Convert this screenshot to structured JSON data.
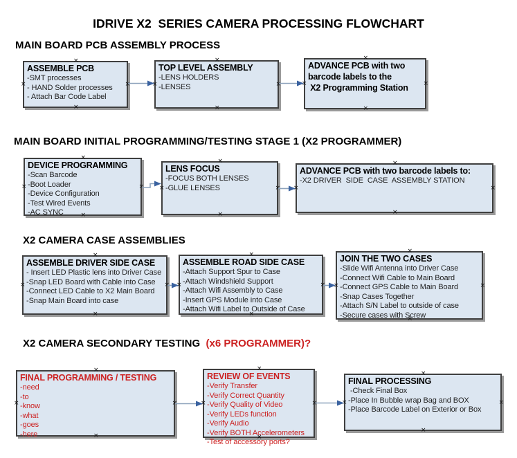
{
  "title": "IDRIVE X2  SERIES CAMERA PROCESSING FLOWCHART",
  "icons": {
    "connection_handle": "×"
  },
  "colors": {
    "background": "#ffffff",
    "box_fill": "#dce6f1",
    "box_border": "#3f3f3f",
    "box_shadow": "#9a9a9a",
    "red_text": "#cc2222",
    "arrow_line": "#8da3bc",
    "arrow_head": "#3a62a0",
    "heading_text": "#000000",
    "body_text": "#1f1f1f"
  },
  "sections": [
    {
      "header": "MAIN BOARD PCB ASSEMBLY PROCESS",
      "boxes": [
        {
          "title": "ASSEMBLE PCB",
          "lines": [
            "-SMT processes",
            "- HAND Solder processes",
            "- Attach Bar Code Label"
          ]
        },
        {
          "title": "TOP LEVEL ASSEMBLY",
          "lines": [
            "-LENS HOLDERS",
            "-LENSES"
          ]
        },
        {
          "title": "ADVANCE PCB with two\nbarcode labels to the\n X2 Programming Station",
          "lines": []
        }
      ]
    },
    {
      "header": "MAIN BOARD INITIAL PROGRAMMING/TESTING STAGE 1 (X2 PROGRAMMER)",
      "boxes": [
        {
          "title": "DEVICE PROGRAMMING",
          "lines": [
            "-Scan Barcode",
            "-Boot Loader",
            "-Device Configuration",
            "-Test Wired Events",
            "-AC SYNC"
          ]
        },
        {
          "title": "LENS FOCUS",
          "lines": [
            "-FOCUS BOTH LENSES",
            "-GLUE LENSES"
          ]
        },
        {
          "title": "ADVANCE PCB with two barcode labels to:",
          "lines": [
            "-X2 DRIVER  SIDE  CASE  ASSEMBLY STATION"
          ]
        }
      ]
    },
    {
      "header": "X2 CAMERA CASE ASSEMBLIES",
      "boxes": [
        {
          "title": "ASSEMBLE DRIVER SIDE CASE",
          "lines": [
            "- Insert LED Plastic lens into Driver Case",
            "-Snap LED Board with Cable into Case",
            "-Connect LED Cable to X2 Main Board",
            "-Snap Main Board into case"
          ]
        },
        {
          "title": "ASSEMBLE ROAD SIDE CASE",
          "lines": [
            "-Attach Support Spur to Case",
            "-Attach Windshield Support",
            "-Attach Wifi Assembly to Case",
            "-Insert GPS Module into Case",
            "-Attach Wifi Label to Outside of Case"
          ]
        },
        {
          "title": "JOIN THE TWO CASES",
          "lines": [
            "-Slide Wifi Antenna into Driver Case",
            "-Connect Wifi Cable to Main Board",
            "-Connect GPS Cable to Main Board",
            "-Snap Cases Together",
            "-Attach S/N Label to outside of case",
            "-Secure cases with Screw"
          ]
        }
      ]
    },
    {
      "header": "X2 CAMERA SECONDARY TESTING ",
      "header_red": " (x6 PROGRAMMER)?",
      "boxes": [
        {
          "title": "FINAL PROGRAMMING / TESTING",
          "lines": [
            "-need",
            "-to",
            "-know",
            "-what",
            "-goes",
            "-here"
          ]
        },
        {
          "title": "REVIEW OF EVENTS",
          "lines": [
            "-Verify Transfer",
            "-Verify Correct Quantity",
            "-Verify Quality of Video",
            "-Verify LEDs function",
            "-Verify Audio",
            "-Verify BOTH Accelerometers",
            "-Test of accessory ports?"
          ]
        },
        {
          "title": "FINAL PROCESSING",
          "lines": [
            " -Check Final Box",
            "-Place In Bubble wrap Bag and BOX",
            "-Place Barcode Label on Exterior or Box"
          ]
        }
      ]
    }
  ]
}
